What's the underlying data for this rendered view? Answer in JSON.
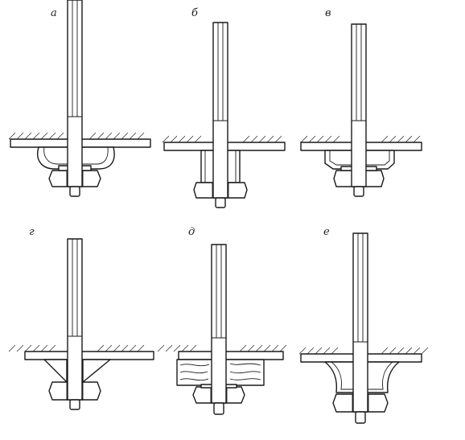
{
  "figure": {
    "panels": [
      {
        "id": "a",
        "label": "а",
        "variant": "welded-cup"
      },
      {
        "id": "b",
        "label": "б",
        "variant": "deep-sleeve"
      },
      {
        "id": "v",
        "label": "в",
        "variant": "stepped-cup"
      },
      {
        "id": "g",
        "label": "г",
        "variant": "gussets"
      },
      {
        "id": "d",
        "label": "д",
        "variant": "timber-block"
      },
      {
        "id": "e",
        "label": "е",
        "variant": "bell-cup"
      }
    ]
  }
}
